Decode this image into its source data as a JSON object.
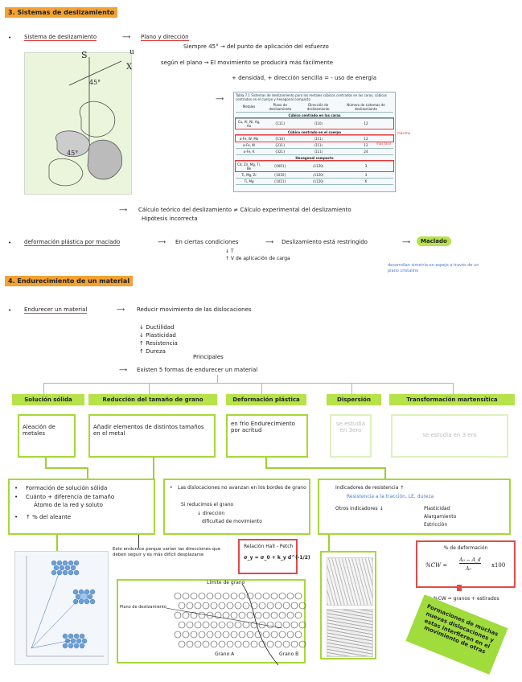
{
  "section3": {
    "title": "3. Sistemas de deslizamiento",
    "line1_label": "Sistema de deslizamiento",
    "line1_target": "Plano y dirección",
    "line1_note": "Siempre 45° → del punto de aplicación del esfuerzo",
    "line2": "según el plano → El movimiento se producirá más fácilmente",
    "line3": "+ densidad, + dirección sencilla = - uso de energía",
    "diagram_labels": {
      "s": "S",
      "u": "u",
      "x": "X",
      "angle1": "45°",
      "angle2": "45°"
    },
    "table": {
      "title": "Tabla 7.1 Sistemas de deslizamiento para los metales cúbicos centrados en las caras, cúbicos centrados en el cuerpo y hexagonal compacto",
      "headers": [
        "Metales",
        "Plano de deslizamiento",
        "Dirección de deslizamiento",
        "Número de sistemas de deslizamiento"
      ],
      "groups": [
        {
          "name": "Cúbico centrado en las caras",
          "rows": [
            [
              "Cu, Al, Ni, Ag, Au",
              "{111}",
              "⟨1̄10⟩",
              "12"
            ]
          ]
        },
        {
          "name": "Cúbico centrado en el cuerpo",
          "rows": [
            [
              "α-Fe, W, Mo",
              "{110}",
              "⟨1̄11⟩",
              "12"
            ],
            [
              "α-Fe, W",
              "{211}",
              "⟨1̄11⟩",
              "12"
            ],
            [
              "α-Fe, K",
              "{321}",
              "⟨1̄11⟩",
              "24"
            ]
          ]
        },
        {
          "name": "Hexagonal compacto",
          "rows": [
            [
              "Cd, Zn, Mg, Ti, Be",
              "{0001}",
              "⟨112̄0⟩",
              "3"
            ],
            [
              "Ti, Mg, Zr",
              "{101̄0}",
              "⟨112̄0⟩",
              "3"
            ],
            [
              "Ti, Mg",
              "{101̄1}",
              "⟨112̄0⟩",
              "6"
            ]
          ]
        }
      ],
      "side_note1": "máximo",
      "side_note2": "más fácil"
    },
    "calc_line": "Cálculo teórico del deslizamiento ≠ Cálculo experimental del deslizamiento",
    "calc_note": "Hipótesis incorrecta",
    "def_label": "deformación plástica por maclado",
    "def_chain1": "En ciertas condiciones",
    "def_chain2": "Deslizamiento está restringido",
    "def_chain3": "Maclado",
    "def_sub1": "↓ T",
    "def_sub2": "↑ V de aplicación de carga",
    "maclado_note": "desarrollan simetría en espejo a través de un plano cristalino"
  },
  "section4": {
    "title": "4. Endurecimiento de un material",
    "line1_label": "Endurecer un material",
    "line1_target": "Reducir movimiento de las dislocaciones",
    "props": [
      "↓ Ductilidad",
      "↓ Plasticidad",
      "↑ Resistencia",
      "↑ Dureza"
    ],
    "principales": "Principales",
    "forms_line": "Existen 5 formas de endurecer un material",
    "columns": [
      {
        "header": "Solución sólida",
        "box": "Aleación de metales"
      },
      {
        "header": "Reducción del tamaño de grano",
        "box": "Añadir elementos de distintos tamaños en el metal"
      },
      {
        "header": "Deformación plástica",
        "box": "en frío Endurecimiento por acritud"
      },
      {
        "header": "Dispersión",
        "box": "se estudia en 3ero"
      },
      {
        "header": "Transformación martensítica",
        "box": "se estudia en 3 ero"
      }
    ],
    "ss_detail": [
      "Formación de solución sólida",
      "Cuánto + diferencia de tamaño",
      "Átomo de la red y soluto",
      "↑ % del aleante"
    ],
    "rg_detail": [
      "Las dislocaciones no avanzan en los bordes de grano",
      "Si reducimos el grano",
      "↓ dirección",
      "dificultad de movimiento"
    ],
    "rg_note": "Esto endurece porque varían las direcciones que deben seguir y es más difícil desplazarse",
    "hall_petch": {
      "title": "Relación Hall - Petch",
      "formula": "σ_y = σ_0 + k_y d^(-1/2)"
    },
    "grain_labels": {
      "limit": "Límite de grano",
      "plane": "Plano de deslizamiento",
      "a": "Grano A",
      "b": "Grano B"
    },
    "dp_detail": [
      "Indicadores de resistencia ↑",
      "Resistencia a la tracción, LE, dureza",
      "Otros indicadores ↓",
      "Plasticidad",
      "Alargamiento",
      "Estricción"
    ],
    "cw": {
      "title": "% de deformación",
      "formula_left": "%CW =",
      "num": "A₀ − A_d",
      "den": "A₀",
      "formula_right": "x100"
    },
    "cw_note": "↑ %CW = granos + estirados",
    "sticky": "Formaciones de muchas nuevas dislocaciones y estas interfieren en el movimiento de otras"
  },
  "colors": {
    "highlight": "#f4a232",
    "green": "#b6e24a",
    "green_border": "#a6d838",
    "red": "#e23a3a",
    "blue": "#4a7bd0"
  }
}
